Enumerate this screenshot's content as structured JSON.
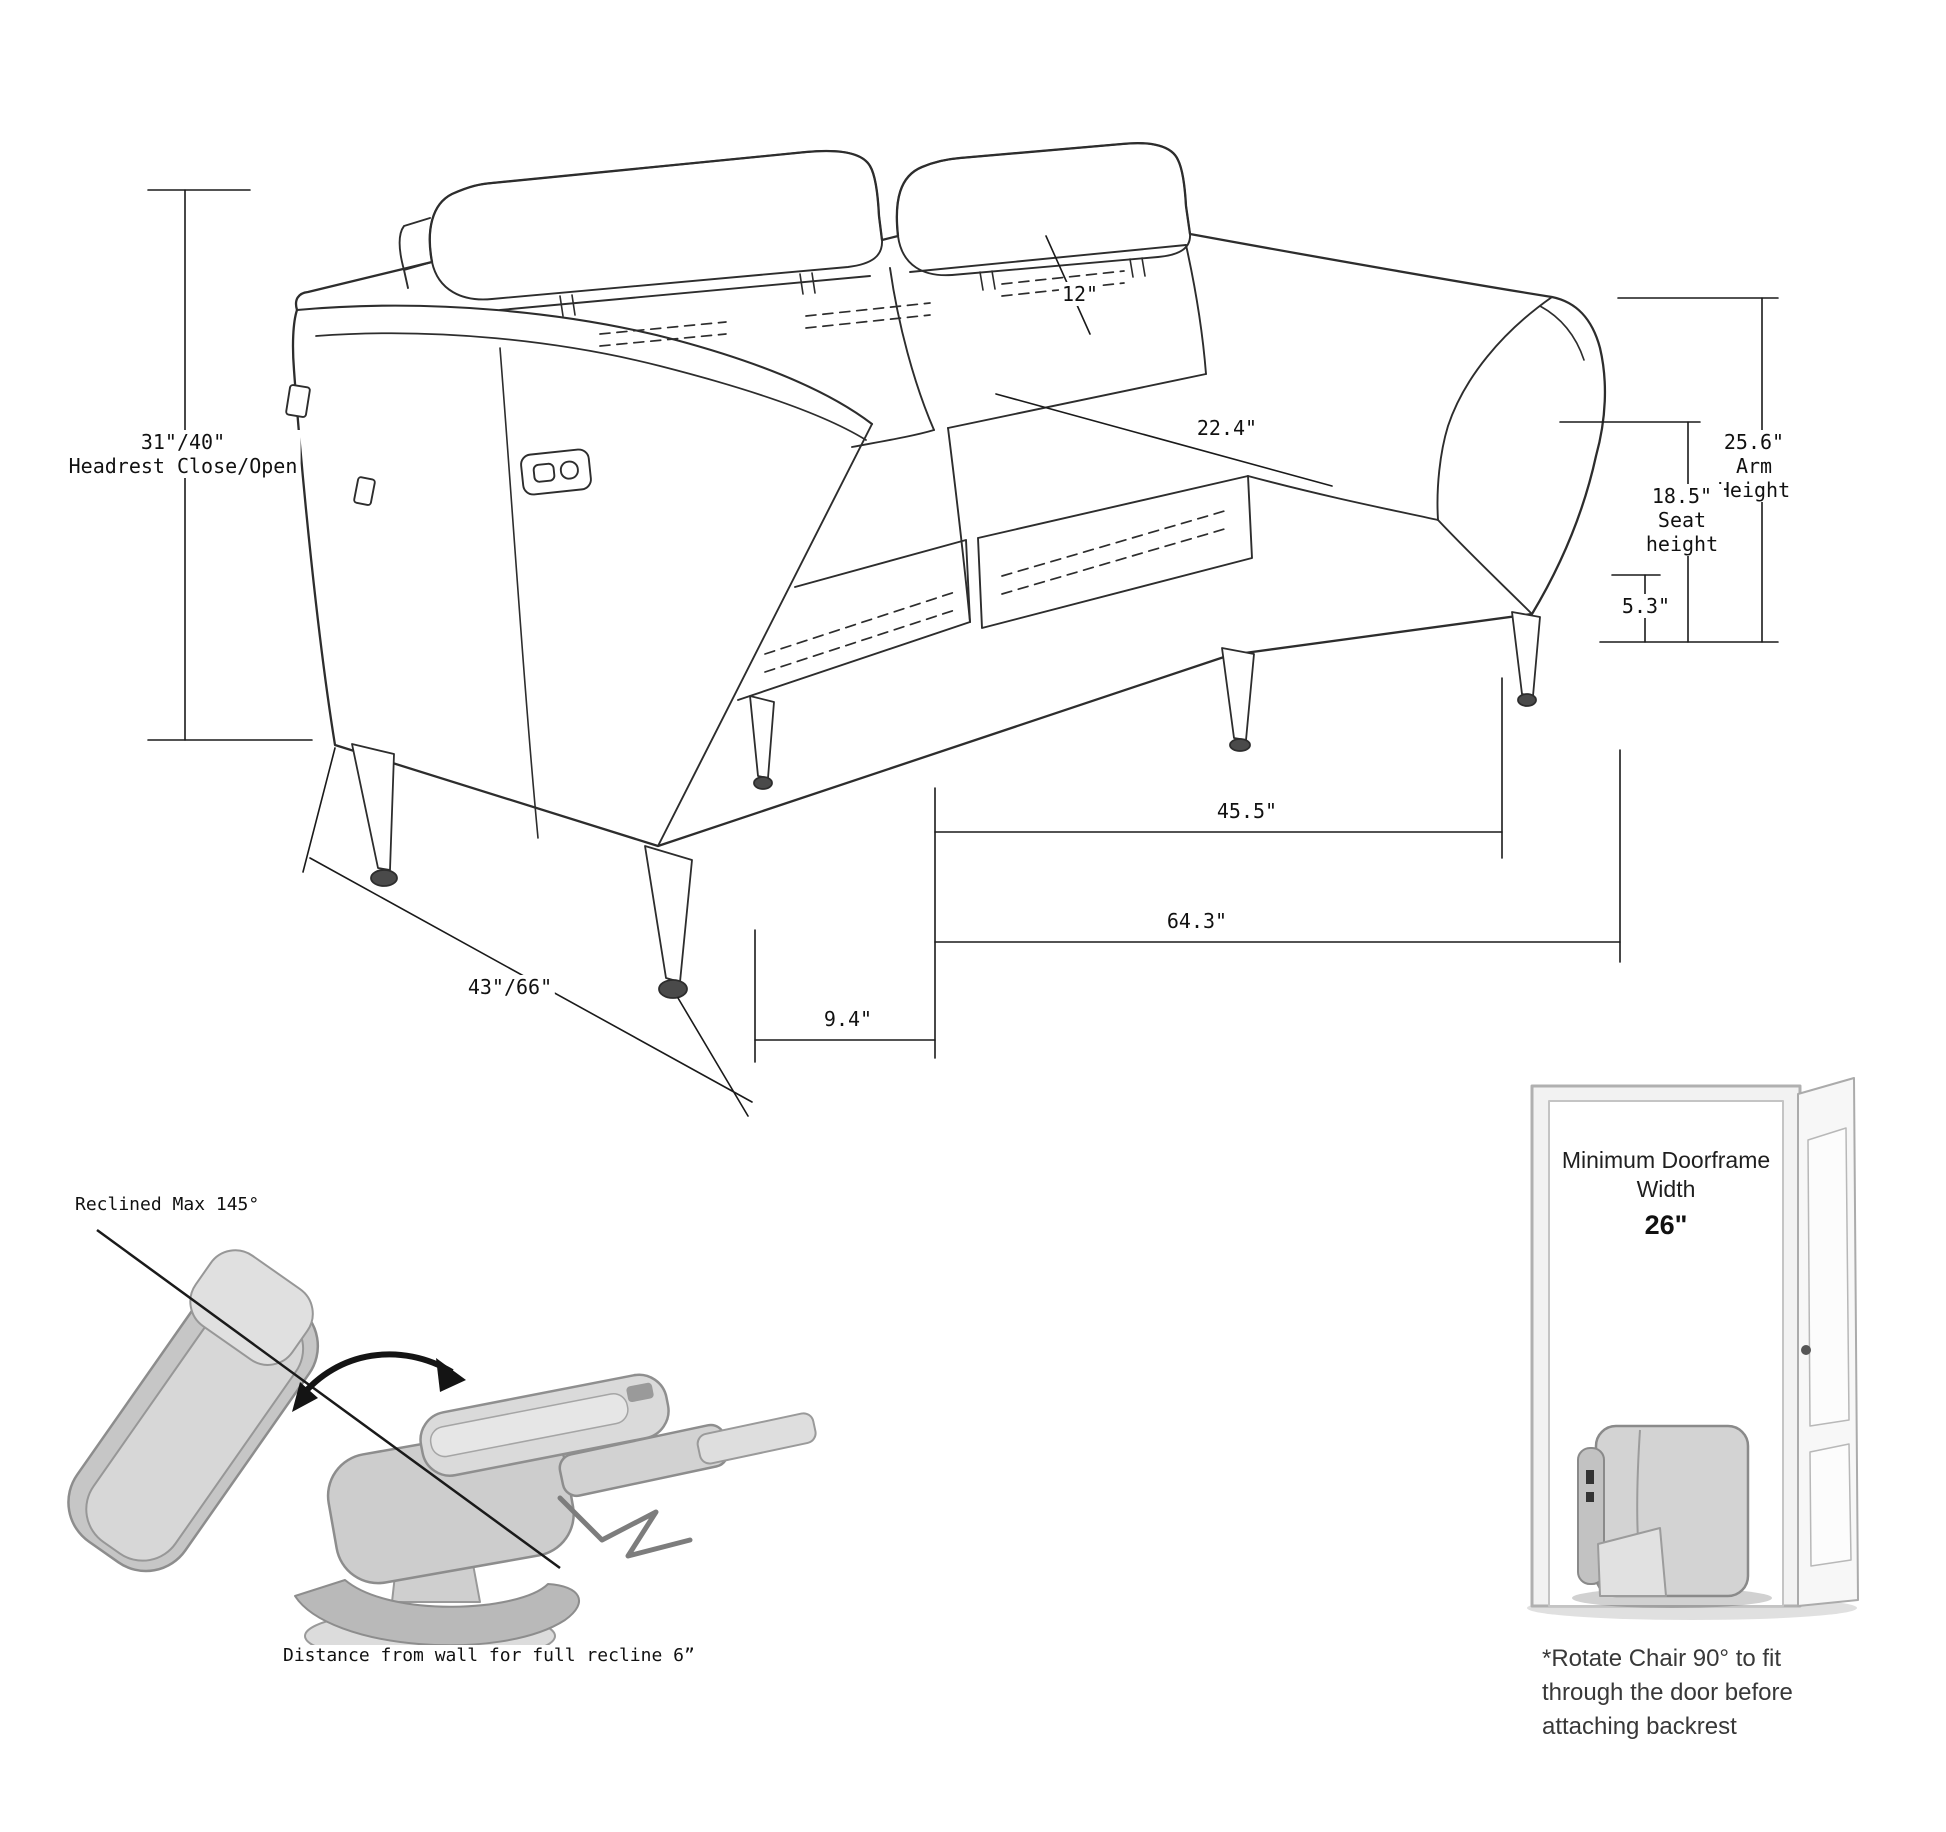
{
  "colors": {
    "line": "#2d2d2d",
    "dimension": "#1a1a1a",
    "illustration_gray": "#cdcdcd"
  },
  "sofa": {
    "headrest_height": "31\"/40\"",
    "headrest_height_label": "Headrest Close/Open",
    "back_width": "12\"",
    "seat_depth": "22.4\"",
    "arm_height": "25.6\"",
    "arm_height_label": "Arm Height",
    "seat_height": "18.5\"",
    "seat_height_label": "Seat height",
    "leg_height": "5.3\"",
    "seat_width": "45.5\"",
    "overall_width": "64.3\"",
    "overall_depth": "43\"/66\"",
    "arm_width": "9.4\""
  },
  "recliner": {
    "recline_angle": "Reclined Max 145°",
    "wall_clearance": "Distance from wall for full recline 6”"
  },
  "door": {
    "title": "Minimum Doorframe Width",
    "min_width": "26\"",
    "note": "*Rotate Chair 90° to fit through the door before attaching backrest"
  }
}
